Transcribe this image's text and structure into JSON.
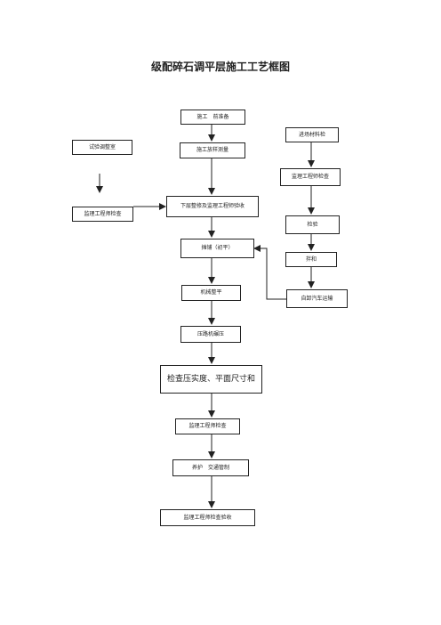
{
  "title": "级配碎石调平层施工工艺框图",
  "boxes": {
    "b1": "施工　前准备",
    "b2": "施工放样测量",
    "b3": "试验调整室",
    "b4": "进场材料检",
    "b5": "监理工程师检查",
    "b6": "监理工程师检查",
    "b7": "下层整修及监理工程师验收",
    "b8": "检验",
    "b9": "摊铺（初平）",
    "b10": "拌和",
    "b11": "自卸汽车运输",
    "b12": "机械整平",
    "b13": "压路机碾压",
    "b14": "检查压实度、平面尺寸和",
    "b15": "监理工程师检查",
    "b16": "养护　交通管制",
    "b17": "监理工程师检查验收"
  }
}
